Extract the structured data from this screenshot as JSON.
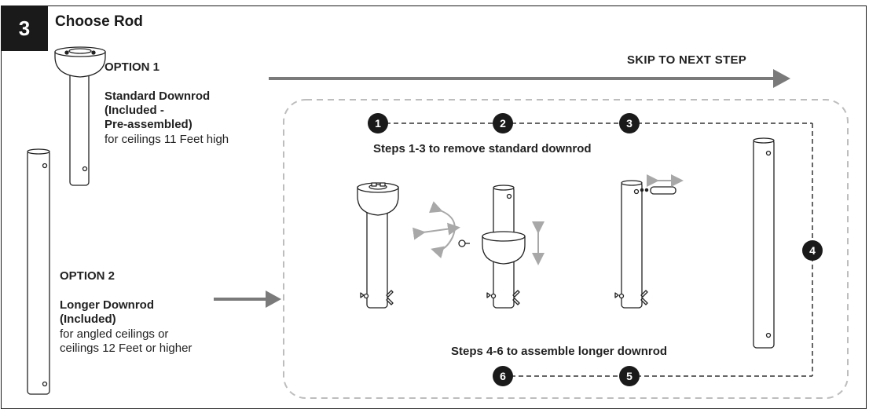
{
  "header": {
    "step_number": "3",
    "title": "Choose Rod"
  },
  "option1": {
    "heading": "OPTION 1",
    "name_lines": [
      "Standard Downrod",
      "(Included -",
      "Pre-assembled)"
    ],
    "note": "for ceilings 11 Feet high"
  },
  "option2": {
    "heading": "OPTION 2",
    "name_lines": [
      "Longer Downrod",
      "(Included)"
    ],
    "note_lines": [
      "for angled ceilings or",
      "ceilings 12 Feet or higher"
    ]
  },
  "skip_label": "SKIP TO NEXT STEP",
  "steps_top_caption": "Steps 1-3 to remove standard downrod",
  "steps_bottom_caption": "Steps 4-6 to assemble longer downrod",
  "badges": [
    "1",
    "2",
    "3",
    "4",
    "5",
    "6"
  ],
  "colors": {
    "ink": "#1a1a1a",
    "arrow": "#7a7a7a",
    "dashed": "#bdbdbd",
    "muted_arrow": "#a8a8a8"
  }
}
